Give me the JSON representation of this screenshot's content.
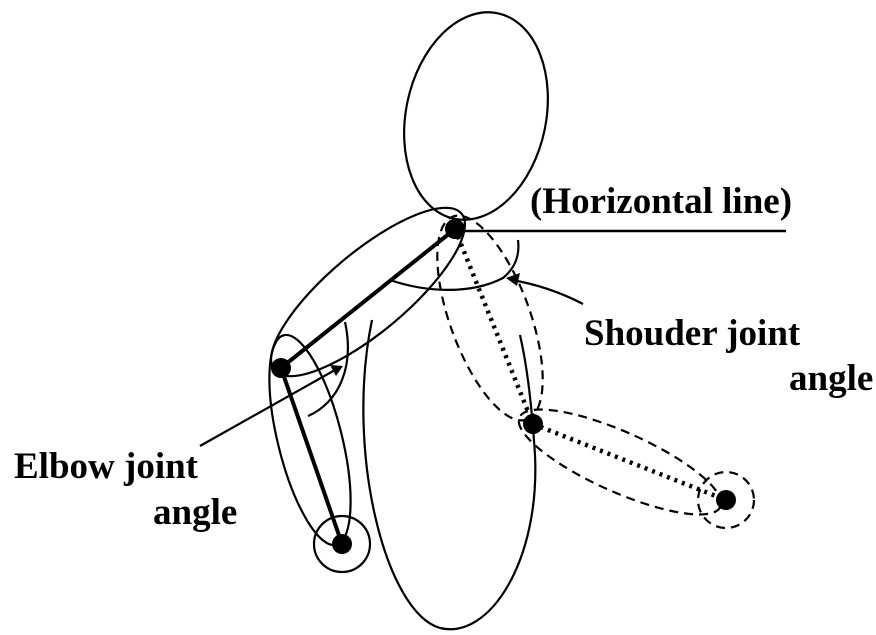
{
  "labels": {
    "horizontal_line": "(Horizontal line)",
    "shoulder_line1": "Shouder joint",
    "shoulder_line2": "angle",
    "elbow_line1": "Elbow joint",
    "elbow_line2": "angle"
  },
  "colors": {
    "stroke": "#000000",
    "background": "#ffffff"
  }
}
